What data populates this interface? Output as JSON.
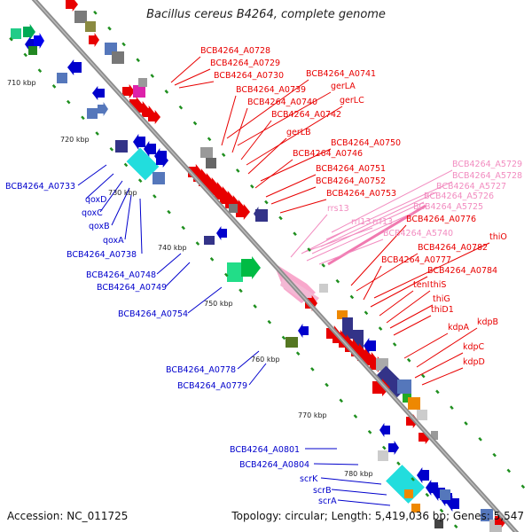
{
  "title": "Bacillus cereus B4264, complete genome",
  "footer": {
    "accession": "Accession: NC_011725",
    "topology": "Topology: circular; Length: 5,419,036 bp; Genes: 5,547"
  },
  "colors": {
    "backbone": "#8c8c8c",
    "tick": "#1f8f1f",
    "red": "#e80000",
    "blue": "#0000cc",
    "pink": "#f07ab0",
    "pink_label": "#f28cc0"
  },
  "ticks": [
    "710 kbp",
    "720 kbp",
    "730 kbp",
    "740 kbp",
    "750 kbp",
    "760 kbp",
    "770 kbp",
    "780 kbp"
  ],
  "labels_red": [
    "BCB4264_A0728",
    "BCB4264_A0729",
    "BCB4264_A0730",
    "BCB4264_A0741",
    "gerLA",
    "BCB4264_A0739",
    "BCB4264_A0740",
    "gerLC",
    "BCB4264_A0742",
    "gerLB",
    "BCB4264_A0750",
    "BCB4264_A0746",
    "BCB4264_A0751",
    "BCB4264_A0752",
    "BCB4264_A0753",
    "BCB4264_A0776",
    "thiO",
    "BCB4264_A0782",
    "BCB4264_A0777",
    "BCB4264_A0784",
    "tenI",
    "thiS",
    "thiG",
    "thiD1",
    "kdpB",
    "kdpA",
    "kdpC",
    "kdpD"
  ],
  "labels_pink": [
    "BCB4264_A5729",
    "BCB4264_A5728",
    "BCB4264_A5727",
    "BCB4264_A5726",
    "BCB4264_A5725",
    "rrs13",
    "rrl13",
    "rrf13",
    "BCB4264_A5740"
  ],
  "labels_blue": [
    "BCB4264_A0733",
    "qoxD",
    "qoxC",
    "qoxB",
    "qoxA",
    "BCB4264_A0738",
    "BCB4264_A0748",
    "BCB4264_A0749",
    "BCB4264_A0754",
    "BCB4264_A0778",
    "BCB4264_A0779",
    "BCB4264_A0801",
    "BCB4264_A0804",
    "scrK",
    "scrB",
    "scrA"
  ]
}
